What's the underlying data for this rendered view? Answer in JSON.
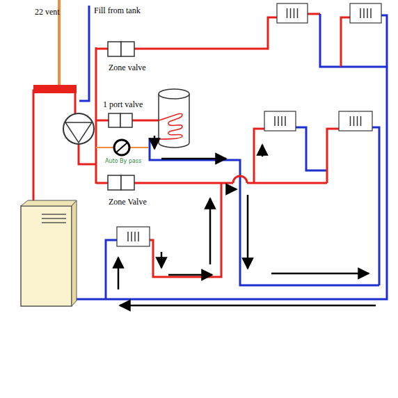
{
  "diagram": {
    "labels": [
      "22 vent",
      "Fill from tank",
      "Zone valve",
      "1 port valve",
      "Auto By pass",
      "Zone Valve"
    ]
  }
}
